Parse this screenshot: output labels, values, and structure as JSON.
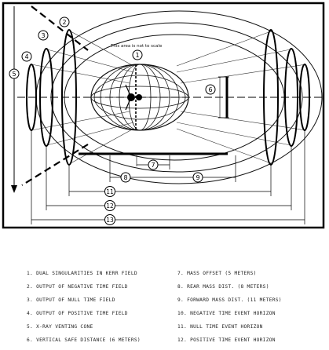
{
  "diagram": {
    "scale_note": "This area is not to scale",
    "callouts": [
      "1",
      "2",
      "3",
      "4",
      "5",
      "6",
      "7",
      "8",
      "9",
      "11",
      "12",
      "13"
    ]
  },
  "legend": {
    "left": [
      "1. DUAL SINGULARITIES IN KERR FIELD",
      "2. OUTPUT OF NEGATIVE TIME FIELD",
      "3. OUTPUT OF NULL TIME FIELD",
      "4. OUTPUT OF POSITIVE TIME FIELD",
      "5. X-RAY VENTING CONE",
      "6. VERTICAL SAFE DISTANCE (6 METERS)"
    ],
    "right": [
      "7. MASS OFFSET (5 METERS)",
      "8. REAR MASS DIST. (8 METERS)",
      "9. FORWARD MASS DIST. (11 METERS)",
      "10. NEGATIVE TIME EVENT HORIZON",
      "11. NULL TIME EVENT HORIZON",
      "12. POSITIVE TIME EVENT HORIZON"
    ]
  }
}
